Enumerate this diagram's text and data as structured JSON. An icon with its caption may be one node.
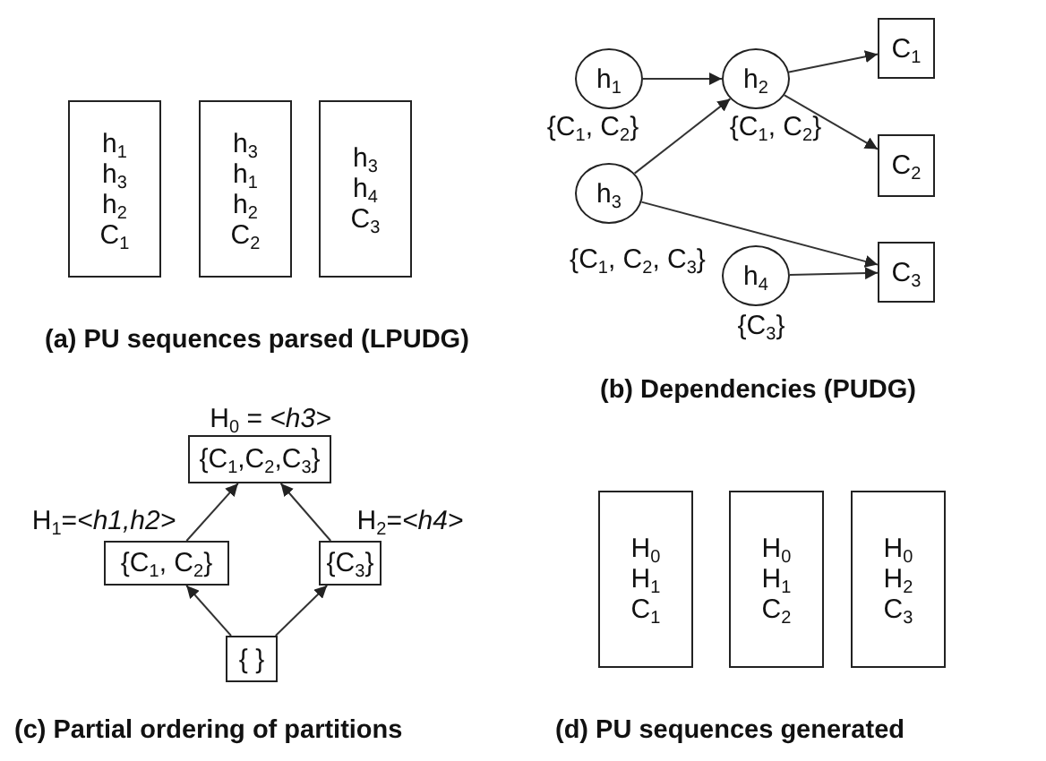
{
  "diagram": {
    "nodes": [
      {
        "text": [
          "h$_{1}$ h$_{3}$ h$_{2}$ C$_{1}$"
        ]
      },
      {
        "text": [
          "h$_{3}$ h$_{1}$ h$_{2}$ C$_{2}$"
        ]
      },
      {
        "text": [
          "h$_{3}$ h$_{4}$ C$_{3}$"
        ]
      },
      {
        "text": [
          "h$_{1}$"
        ],
        "beside": [
          "{C$_{1}$, C$_{2}$}"
        ]
      },
      {
        "text": [
          "h$_{2}$"
        ],
        "beside": [
          "{C$_{1}$, C$_{2}$}"
        ]
      },
      {
        "text": [
          "h$_{3}$"
        ],
        "beside": [
          "{C$_{1}$, C$_{2}$, C$_{3}$}"
        ]
      },
      {
        "text": [
          "h$_{4}$"
        ],
        "beside": [
          "{C$_{3}$}"
        ]
      },
      {
        "text": [
          "C$_{1}$"
        ]
      },
      {
        "text": [
          "C$_{2}$"
        ]
      },
      {
        "text": [
          "C$_{3}$"
        ]
      },
      {
        "text": [
          "{C$_{1}$,C$_{2}$,C$_{3}$}"
        ],
        "beside": [
          "H$_{0}$ = *<h3>*"
        ]
      },
      {
        "text": [
          "{C$_{1}$, C$_{2}$}"
        ],
        "beside": [
          "H$_{1}$=*<h1,h2>*"
        ]
      },
      {
        "text": [
          "{C$_{3}$}"
        ],
        "beside": [
          "H$_{2}$=*<h4>*"
        ]
      },
      {
        "text": [
          "{ }"
        ]
      },
      {
        "text": [
          "H$_{0}$ H$_{1}$ C$_{1}$"
        ]
      },
      {
        "text": [
          "H$_{0}$ H$_{1}$ C$_{2}$"
        ]
      },
      {
        "text": [
          "H$_{0}$ H$_{2}$ C$_{3}$"
        ]
      }
    ],
    "edges": [
      {
        "from": 3,
        "to": 4,
        "arrow": "to"
      },
      {
        "from": 5,
        "to": 4,
        "arrow": "to"
      },
      {
        "from": 4,
        "to": 7,
        "arrow": "to"
      },
      {
        "from": 4,
        "to": 8,
        "arrow": "to"
      },
      {
        "from": 5,
        "to": 9,
        "arrow": "to"
      },
      {
        "from": 6,
        "to": 9,
        "arrow": "to"
      },
      {
        "from": 11,
        "to": 10,
        "arrow": "to"
      },
      {
        "from": 12,
        "to": 10,
        "arrow": "to"
      },
      {
        "from": 13,
        "to": 11,
        "arrow": "to"
      },
      {
        "from": 13,
        "to": 12,
        "arrow": "to"
      }
    ],
    "labels": [
      "(a) PU sequences parsed (LPUDG)",
      "(b) Dependencies (PUDG)",
      "(c) Partial ordering of partitions",
      "(d) PU sequences generated"
    ]
  }
}
